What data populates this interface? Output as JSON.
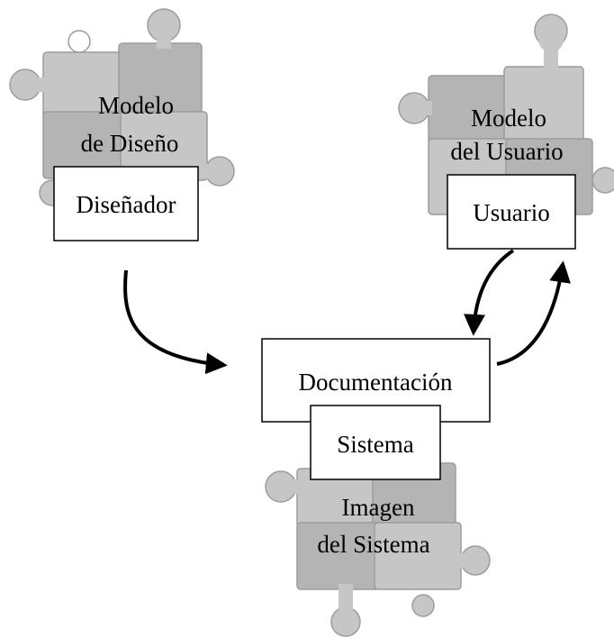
{
  "designer_model": {
    "line1": "Modelo",
    "line2": "de Diseño",
    "box": "Diseñador"
  },
  "user_model": {
    "line1": "Modelo",
    "line2": "del Usuario",
    "box": "Usuario"
  },
  "system_image": {
    "doc_box": "Documentación",
    "system_box": "Sistema",
    "line1": "Imagen",
    "line2": "del Sistema"
  },
  "colors": {
    "puzzle_fill": "#c6c6c6",
    "puzzle_fill_dark": "#b4b4b4",
    "puzzle_edge": "#9c9c9c",
    "box_fill": "#ffffff",
    "stroke": "#000000"
  }
}
